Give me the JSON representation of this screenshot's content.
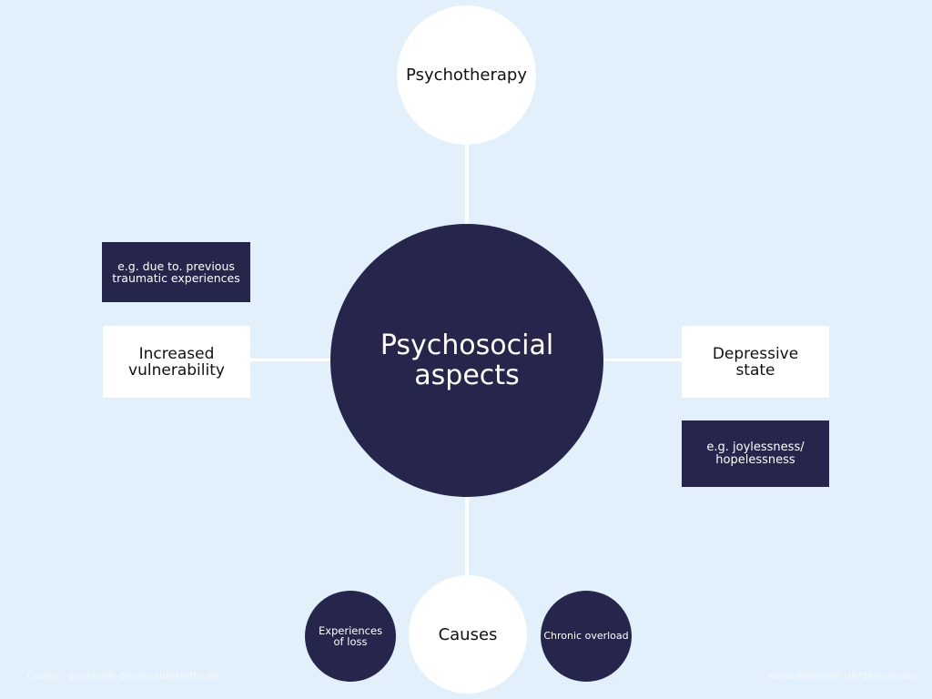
{
  "center": {
    "label": "Psychosocial aspects"
  },
  "top": {
    "label": "Psychotherapy"
  },
  "left": {
    "label": "Increased vulnerability",
    "note": "e.g. due to. previous traumatic experiences"
  },
  "right": {
    "label": "Depressive state",
    "note": "e.g. joylessness/ hopelessness"
  },
  "bottom": {
    "label": "Causes",
    "left_item": "Experiences of loss",
    "right_item": "Chronic overload"
  },
  "footer": {
    "source": "Quelle: deutsche-depressionshilfe.de",
    "url": "www.mhberlin.de/depression"
  },
  "colors": {
    "background": "#e1f0fa",
    "navy": "#26264d",
    "white": "#ffffff"
  }
}
